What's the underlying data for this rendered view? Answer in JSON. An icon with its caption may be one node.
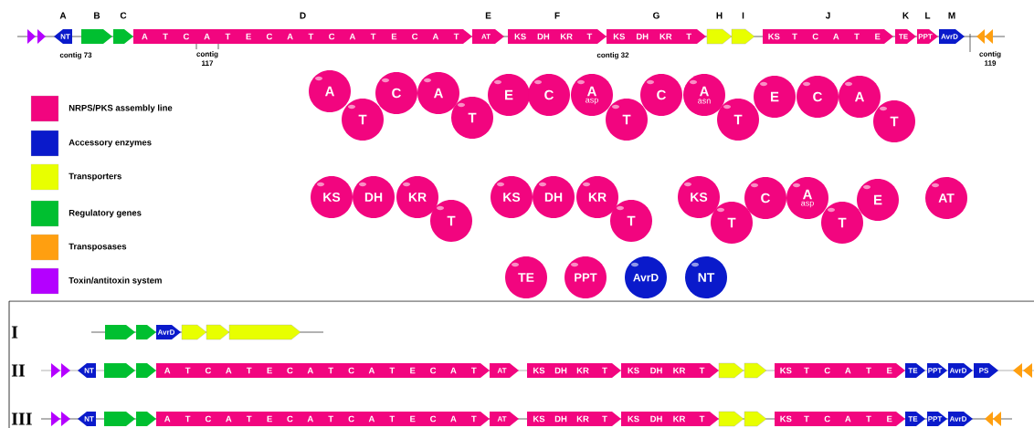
{
  "diagram": {
    "nodes": [
      {
        "text": [],
        "shape": "pentagon"
      },
      {
        "text": [],
        "shape": "pentagon"
      },
      {
        "text": [
          "NT"
        ],
        "beside": [
          "A"
        ]
      },
      {
        "text": [],
        "shape": "pentagon",
        "beside": [
          "B"
        ]
      },
      {
        "text": [],
        "shape": "pentagon",
        "beside": [
          "C"
        ]
      },
      {
        "text": [
          "A",
          "T",
          "C",
          "A",
          "T",
          "E",
          "C",
          "A",
          "T",
          "C",
          "A",
          "T",
          "E",
          "C",
          "A",
          "T"
        ],
        "beside": [
          "D"
        ]
      },
      {
        "text": [
          "AT"
        ],
        "beside": [
          "E"
        ]
      },
      {
        "text": [
          "KS",
          "DH",
          "KR",
          "T"
        ],
        "beside": [
          "F"
        ]
      },
      {
        "text": [
          "KS",
          "DH",
          "KR",
          "T"
        ],
        "beside": [
          "G"
        ]
      },
      {
        "text": [],
        "shape": "pentagon",
        "beside": [
          "H"
        ]
      },
      {
        "text": [],
        "shape": "pentagon",
        "beside": [
          "I"
        ]
      },
      {
        "text": [
          "KS",
          "T",
          "C",
          "A",
          "T",
          "E"
        ],
        "beside": [
          "J"
        ]
      },
      {
        "text": [
          "TE"
        ],
        "beside": [
          "K"
        ]
      },
      {
        "text": [
          "PPT"
        ],
        "beside": [
          "L"
        ]
      },
      {
        "text": [
          "AvrD"
        ],
        "beside": [
          "M"
        ]
      },
      {
        "text": [],
        "shape": "pentagon"
      },
      {
        "text": [],
        "shape": "pentagon"
      },
      {
        "text": [
          "A"
        ]
      },
      {
        "text": [
          "T"
        ]
      },
      {
        "text": [
          "C"
        ]
      },
      {
        "text": [
          "A"
        ]
      },
      {
        "text": [
          "T"
        ]
      },
      {
        "text": [
          "E"
        ]
      },
      {
        "text": [
          "C"
        ]
      },
      {
        "text": [
          "A",
          "asp"
        ]
      },
      {
        "text": [
          "T"
        ]
      },
      {
        "text": [
          "C"
        ]
      },
      {
        "text": [
          "A",
          "asn"
        ]
      },
      {
        "text": [
          "T"
        ]
      },
      {
        "text": [
          "E"
        ]
      },
      {
        "text": [
          "C"
        ]
      },
      {
        "text": [
          "A"
        ]
      },
      {
        "text": [
          "T"
        ]
      },
      {
        "text": [
          "KS"
        ]
      },
      {
        "text": [
          "DH"
        ]
      },
      {
        "text": [
          "KR"
        ]
      },
      {
        "text": [
          "T"
        ]
      },
      {
        "text": [
          "KS"
        ]
      },
      {
        "text": [
          "DH"
        ]
      },
      {
        "text": [
          "KR"
        ]
      },
      {
        "text": [
          "T"
        ]
      },
      {
        "text": [
          "KS"
        ]
      },
      {
        "text": [
          "T"
        ]
      },
      {
        "text": [
          "C"
        ]
      },
      {
        "text": [
          "A",
          "asp"
        ]
      },
      {
        "text": [
          "T"
        ]
      },
      {
        "text": [
          "E"
        ]
      },
      {
        "text": [
          "AT"
        ]
      },
      {
        "text": [
          "TE"
        ]
      },
      {
        "text": [
          "PPT"
        ]
      },
      {
        "text": [
          "AvrD"
        ]
      },
      {
        "text": [
          "NT"
        ]
      },
      {
        "text": [],
        "shape": "pentagon"
      },
      {
        "text": [],
        "shape": "pentagon"
      },
      {
        "text": [
          "AvrD"
        ]
      },
      {
        "text": [],
        "shape": "pentagon"
      },
      {
        "text": [],
        "shape": "pentagon"
      },
      {
        "text": [],
        "shape": "pentagon"
      },
      {
        "text": [],
        "shape": "pentagon"
      },
      {
        "text": [],
        "shape": "pentagon"
      },
      {
        "text": [
          "NT"
        ]
      },
      {
        "text": [],
        "shape": "pentagon"
      },
      {
        "text": [],
        "shape": "pentagon"
      },
      {
        "text": [
          "A",
          "T",
          "C",
          "A",
          "T",
          "E",
          "C",
          "A",
          "T",
          "C",
          "A",
          "T",
          "E",
          "C",
          "A",
          "T"
        ]
      },
      {
        "text": [
          "AT"
        ]
      },
      {
        "text": [
          "KS",
          "DH",
          "KR",
          "T"
        ]
      },
      {
        "text": [
          "KS",
          "DH",
          "KR",
          "T"
        ]
      },
      {
        "text": [],
        "shape": "pentagon"
      },
      {
        "text": [],
        "shape": "pentagon"
      },
      {
        "text": [
          "KS",
          "T",
          "C",
          "A",
          "T",
          "E"
        ]
      },
      {
        "text": [
          "TE"
        ]
      },
      {
        "text": [
          "PPT"
        ]
      },
      {
        "text": [
          "AvrD"
        ]
      },
      {
        "text": [
          "PS"
        ]
      },
      {
        "text": [],
        "shape": "pentagon"
      },
      {
        "text": [],
        "shape": "pentagon"
      },
      {
        "text": [],
        "shape": "pentagon"
      },
      {
        "text": [],
        "shape": "pentagon"
      },
      {
        "text": [
          "NT"
        ]
      },
      {
        "text": [],
        "shape": "pentagon"
      },
      {
        "text": [],
        "shape": "pentagon"
      },
      {
        "text": [
          "A",
          "T",
          "C",
          "A",
          "T",
          "E",
          "C",
          "A",
          "T",
          "C",
          "A",
          "T",
          "E",
          "C",
          "A",
          "T"
        ]
      },
      {
        "text": [
          "AT"
        ]
      },
      {
        "text": [
          "KS",
          "DH",
          "KR",
          "T"
        ]
      },
      {
        "text": [
          "KS",
          "DH",
          "KR",
          "T"
        ]
      },
      {
        "text": [],
        "shape": "pentagon"
      },
      {
        "text": [],
        "shape": "pentagon"
      },
      {
        "text": [
          "KS",
          "T",
          "C",
          "A",
          "T",
          "E"
        ]
      },
      {
        "text": [
          "TE"
        ]
      },
      {
        "text": [
          "PPT"
        ]
      },
      {
        "text": [
          "AvrD"
        ]
      },
      {
        "text": [],
        "shape": "pentagon"
      },
      {
        "text": [],
        "shape": "pentagon"
      }
    ],
    "labels": [
      "contig 73",
      "contig 117",
      "contig 32",
      "contig 119",
      "I",
      "II",
      "III"
    ],
    "legend": [
      {
        "text": "NRPS/PKS assembly line",
        "color": "#f2057f"
      },
      {
        "text": "Accessory enzymes",
        "color": "#0a1acb"
      },
      {
        "text": "Transporters",
        "color": "#e8ff00"
      },
      {
        "text": "Regulatory genes",
        "color": "#00bf30"
      },
      {
        "text": "Transposases",
        "color": "#ff9f10"
      },
      {
        "text": "Toxin/antitoxin system",
        "color": "#b400ff"
      }
    ]
  }
}
